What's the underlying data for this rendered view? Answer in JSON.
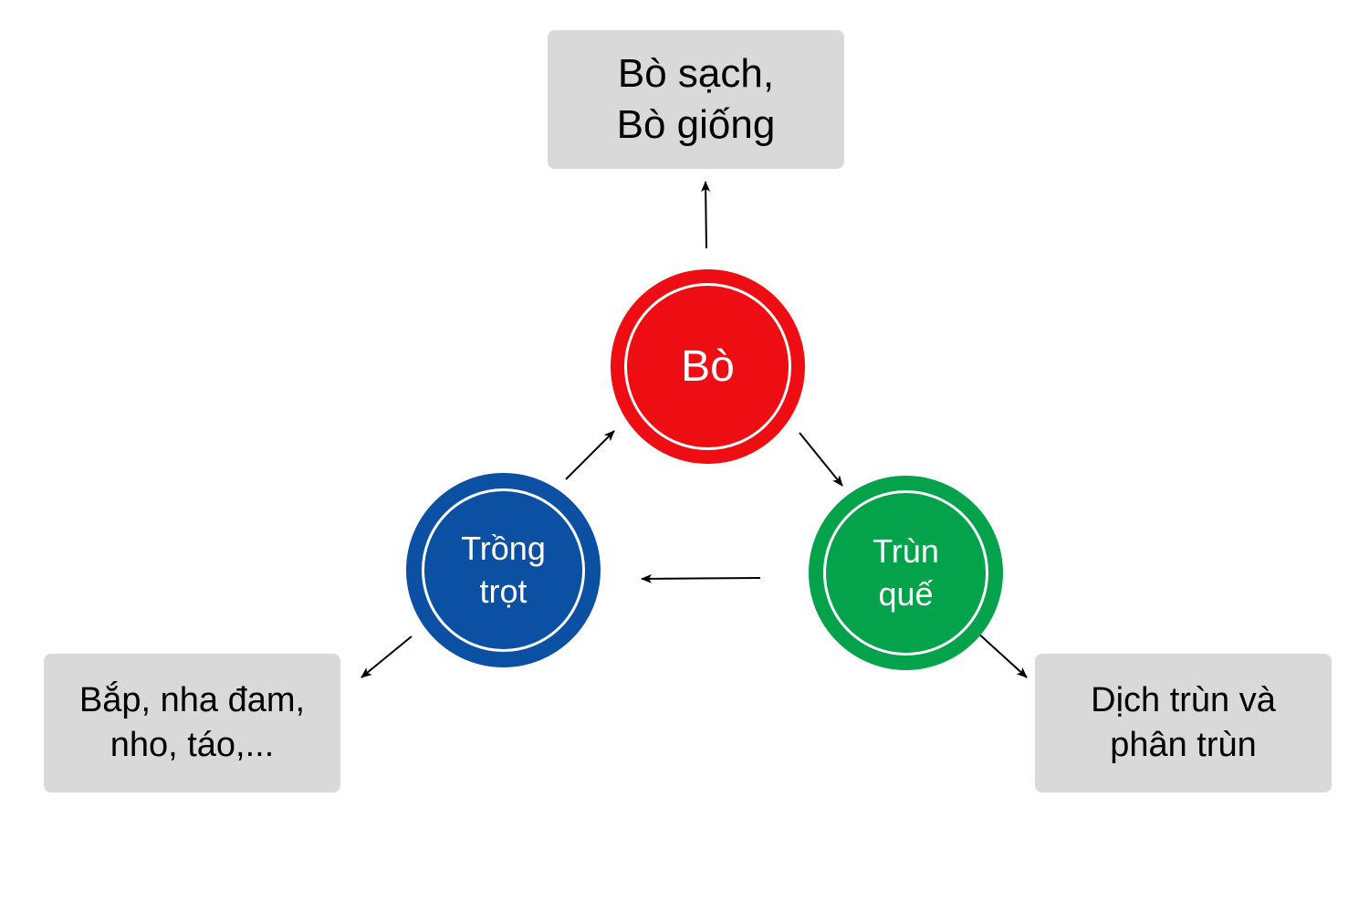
{
  "colors": {
    "center_node": "#ee0d12",
    "left_node": "#0b50a2",
    "right_node": "#04a24b",
    "box_fill": "#d9d9d9",
    "arrow": "#000000"
  },
  "center_node": {
    "label": "Bò"
  },
  "left_node": {
    "label_line1": "Trồng",
    "label_line2": "trọt"
  },
  "right_node": {
    "label_line1": "Trùn",
    "label_line2": "quế"
  },
  "top_box": {
    "line1": "Bò sạch,",
    "line2": "Bò giống"
  },
  "left_box": {
    "line1": "Bắp, nha đam,",
    "line2": "nho, táo,..."
  },
  "right_box": {
    "line1": "Dịch trùn và",
    "line2": "phân trùn"
  }
}
